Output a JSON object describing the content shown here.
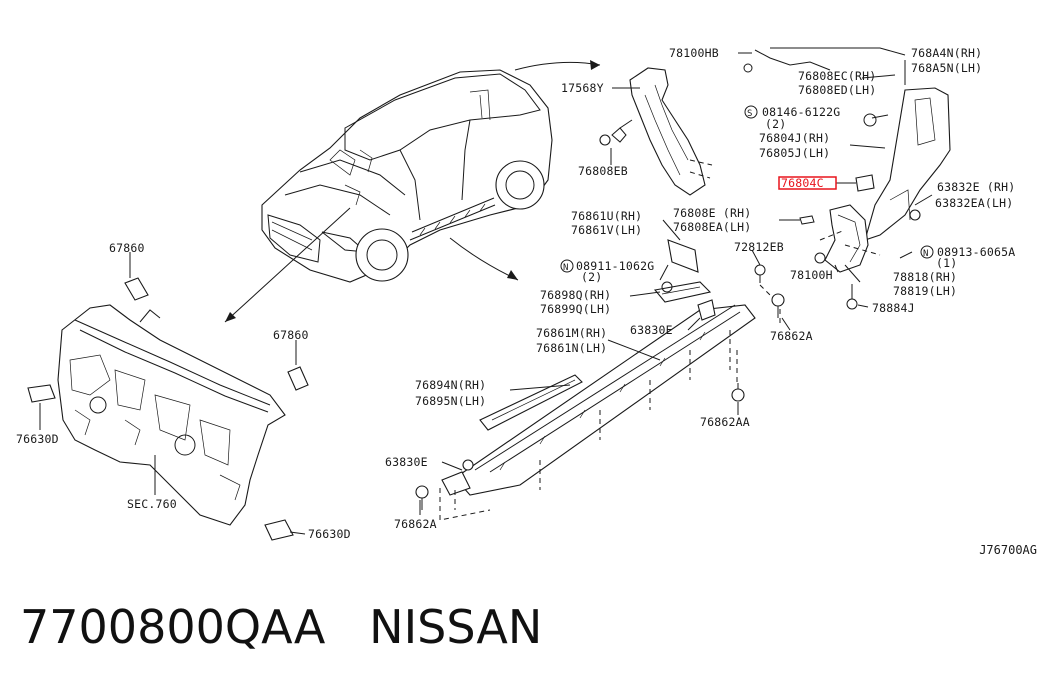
{
  "labels": {
    "l78100HB": "78100HB",
    "l768A4N": "768A4N(RH)",
    "l768A5N": "768A5N(LH)",
    "l17568Y": "17568Y",
    "l76808EC": "76808EC(RH)",
    "l76808ED": "76808ED(LH)",
    "l08146": "08146-6122G",
    "l08146q": "(2)",
    "l76804J": "76804J(RH)",
    "l76805J": "76805J(LH)",
    "l76808EB": "76808EB",
    "l76804C": "76804C",
    "l63832E": "63832E (RH)",
    "l63832EA": "63832EA(LH)",
    "l76861U": "76861U(RH)",
    "l76861V": "76861V(LH)",
    "l76808E": "76808E (RH)",
    "l76808EA": "76808EA(LH)",
    "l72812EB": "72812EB",
    "l08913": "08913-6065A",
    "l08913q": "(1)",
    "l67860a": "67860",
    "l08911": "08911-1062G",
    "l08911q": "(2)",
    "l78100H": "78100H",
    "l78818": "78818(RH)",
    "l78819": "78819(LH)",
    "l76898Q": "76898Q(RH)",
    "l76899Q": "76899Q(LH)",
    "l78884J": "78884J",
    "l67860b": "67860",
    "l76861M": "76861M(RH)",
    "l76861N": "76861N(LH)",
    "l63830Ea": "63830E",
    "l76862Aa": "76862A",
    "l76894N": "76894N(RH)",
    "l76895N": "76895N(LH)",
    "l76630Da": "76630D",
    "l76862AA": "76862AA",
    "l63830Eb": "63830E",
    "lSEC760": "SEC.760",
    "l76862Ab": "76862A",
    "l76630Db": "76630D",
    "sym_S": "S",
    "sym_N1": "N",
    "sym_N2": "N"
  },
  "diagram_code": "J76700AG",
  "footer": {
    "part_number": "7700800QAA",
    "brand": "NISSAN"
  },
  "colors": {
    "ink": "#1a1a1a",
    "highlight": "#e8141c"
  }
}
